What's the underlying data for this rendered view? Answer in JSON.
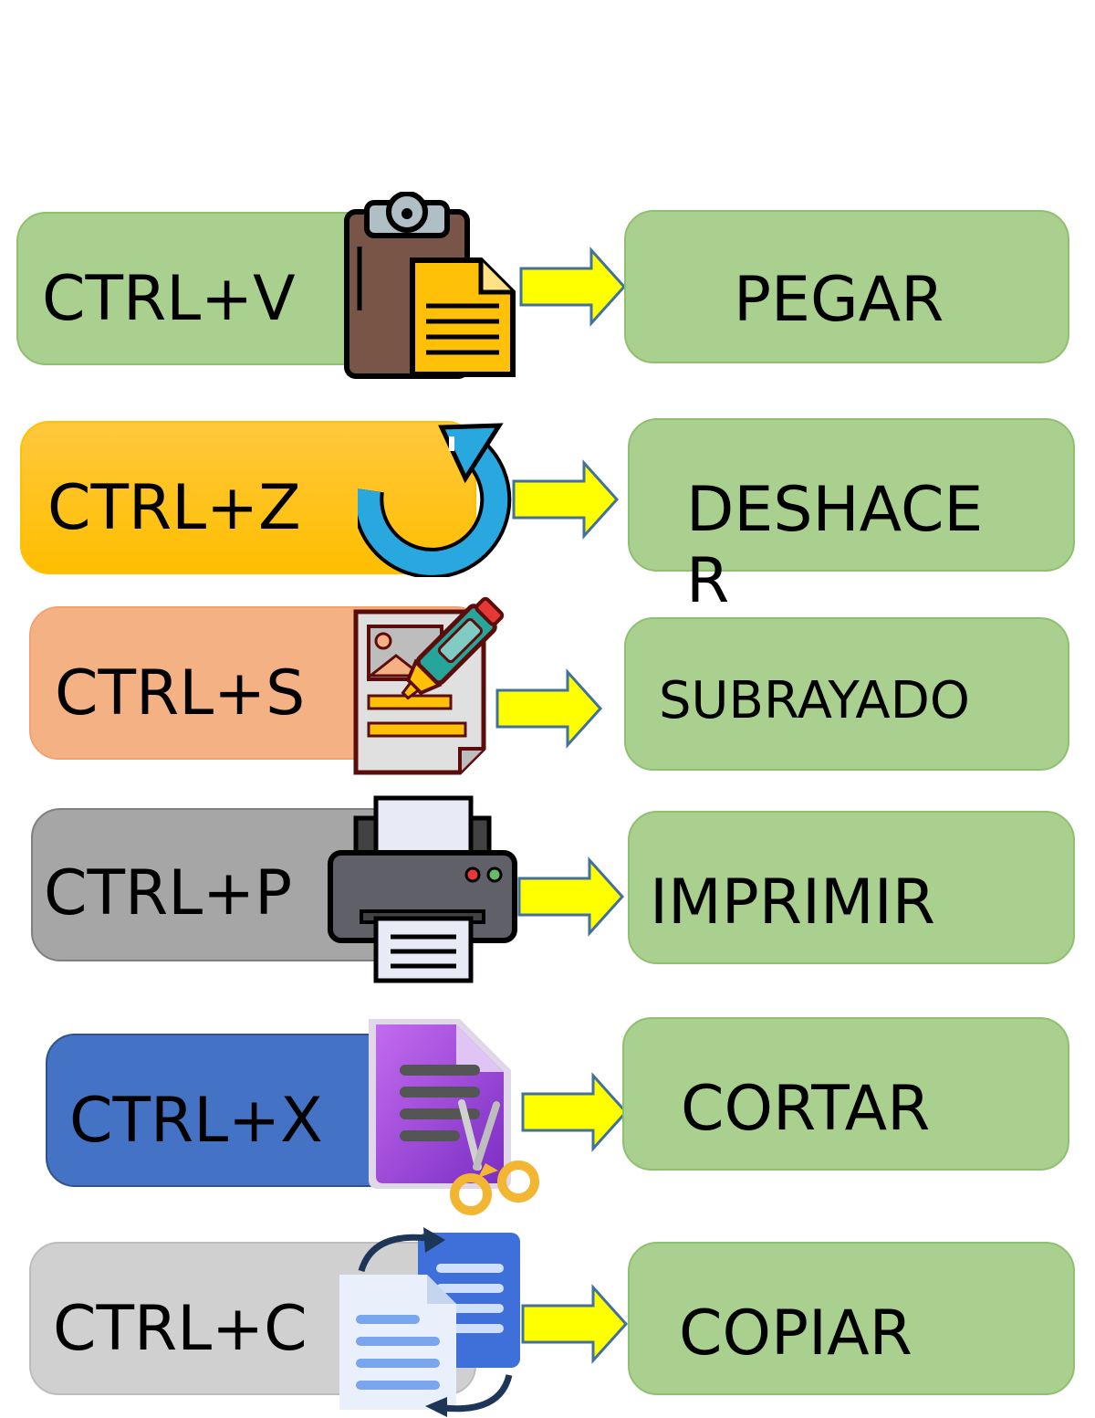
{
  "rows": [
    {
      "key": "CTRL+V",
      "action": "PEGAR",
      "key_color": "#a9d08e",
      "icon": "clipboard-paste-icon"
    },
    {
      "key": "CTRL+Z",
      "action_line1": "DESHACE",
      "action_line2": "R",
      "key_color": "#ffc000",
      "icon": "undo-arrow-icon"
    },
    {
      "key": "CTRL+S",
      "action": "SUBRAYADO",
      "key_color": "#f4b183",
      "icon": "highlighter-document-icon"
    },
    {
      "key": "CTRL+P",
      "action": "IMPRIMIR",
      "key_color": "#a6a6a6",
      "icon": "printer-icon"
    },
    {
      "key": "CTRL+X",
      "action": "CORTAR",
      "key_color": "#4472c4",
      "icon": "scissors-document-icon"
    },
    {
      "key": "CTRL+C",
      "action": "COPIAR",
      "key_color": "#d0d0d0",
      "icon": "copy-documents-icon"
    }
  ],
  "colors": {
    "action_box": "#a9d08e",
    "arrow_fill": "#ffff00",
    "arrow_stroke": "#41719c"
  }
}
